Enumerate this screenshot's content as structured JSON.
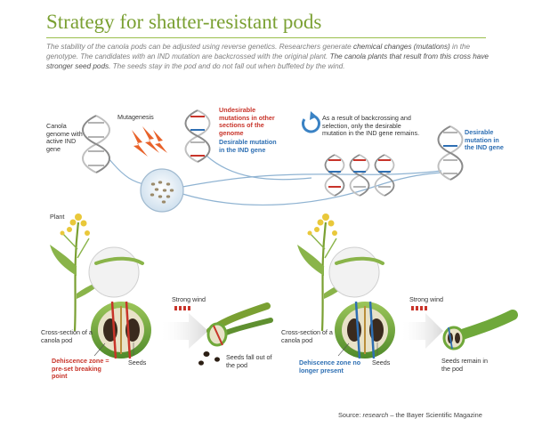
{
  "title": "Strategy for shatter-resistant pods",
  "intro": {
    "p1": "The stability of the canola pods can be adjusted using reverse genetics. Researchers generate ",
    "h1": "chemical changes (mutations)",
    "p2": " in the genotype. The candidates with an IND mutation are backcrossed with the original plant. ",
    "h2": "The canola plants that result from this cross have stronger seed pods.",
    "p3": " The seeds stay in the pod and do not fall out when buffeted by the wind."
  },
  "labels": {
    "canola_genome": "Canola genome with active IND gene",
    "mutagenesis": "Mutagenesis",
    "undesirable": "Undesirable mutations in other sections of the genome",
    "desirable_ind": "Desirable mutation in the IND gene",
    "backcross": "As a result of backcrossing and selection, only the desirable mutation in the IND gene remains.",
    "desirable_final": "Desirable mutation in the IND gene",
    "plant": "Plant",
    "strong_wind_left": "Strong wind",
    "strong_wind_right": "Strong wind",
    "cross_section_left": "Cross-section of a canola pod",
    "cross_section_right": "Cross-section of a canola pod",
    "dehiscence_left": "Dehiscence zone = pre-set breaking point",
    "dehiscence_right": "Dehiscence zone no longer present",
    "seeds_left": "Seeds",
    "seeds_right": "Seeds",
    "fall_out": "Seeds fall out of the pod",
    "remain": "Seeds remain in the pod"
  },
  "source": {
    "prefix": "Source: ",
    "magazine": "research",
    "suffix": " – the Bayer Scientific Magazine"
  },
  "colors": {
    "title_green": "#7aa032",
    "mutation_red": "#c8342a",
    "mutation_blue": "#2e6fb3",
    "pod_green": "#6fa83a"
  }
}
